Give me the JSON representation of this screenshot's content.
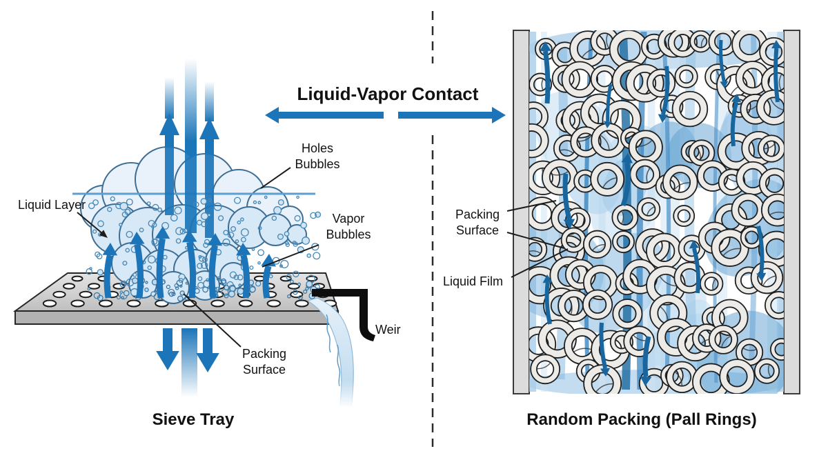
{
  "title": "Liquid-Vapor Contact",
  "left": {
    "caption": "Sieve Tray",
    "liquid_layer": "Liquid Layer",
    "holes_bubbles": {
      "line1": "Holes",
      "line2": "Bubbles"
    },
    "vapor_bubbles": {
      "line1": "Vapor",
      "line2": "Bubbles"
    },
    "packing_surface": {
      "line1": "Packing",
      "line2": "Surface"
    },
    "weir": "Weir"
  },
  "right": {
    "caption": "Random Packing (Pall Rings)",
    "packing_surface": {
      "line1": "Packing",
      "line2": "Surface"
    },
    "liquid_film": "Liquid Film"
  },
  "colors": {
    "arrow_blue": "#1b75b8",
    "arrow_deep": "#19669e",
    "stream_blue": "#b7d6ec",
    "pale_blue": "#d7e8f6",
    "cloud_top": "#e9f2fa",
    "cloud_stroke": "#3c6e95",
    "bubble_stroke": "#4687b5",
    "liquid_light": "#a9cde9",
    "liquid_mid": "#7db3dd",
    "liquid_deep": "#5e9fd0",
    "tray_front": "#b2b2b2",
    "ring_fill": "#ecebe8",
    "wall_fill": "#dcdcdc",
    "outline_dark": "#262626",
    "weir_black": "#0d0d0d",
    "text": "#111111"
  }
}
